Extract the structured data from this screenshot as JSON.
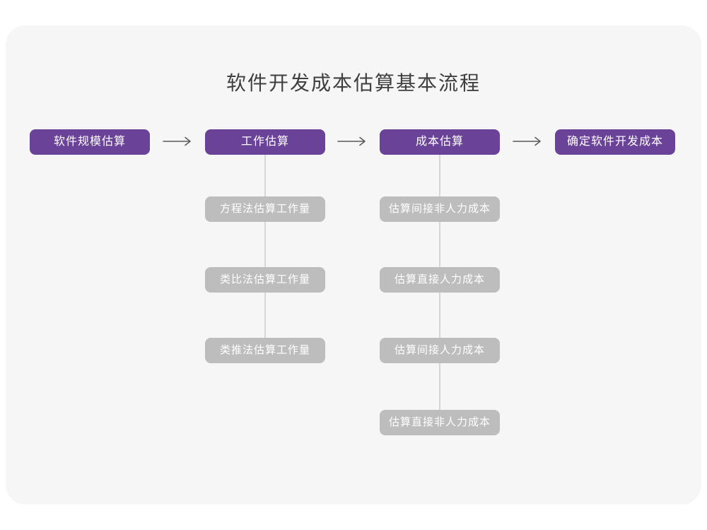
{
  "title": "软件开发成本估算基本流程",
  "colors": {
    "card_bg": "#f6f6f7",
    "primary_box": "#6a4298",
    "sub_box": "#bdbdbd",
    "box_text": "#ffffff",
    "arrow": "#58595b",
    "connector": "#d6d6d6",
    "title_text": "#3f3f3f"
  },
  "icons": {
    "flow_arrow": "right-arrow-icon"
  },
  "flow": {
    "main_steps": [
      {
        "label": "软件规模估算",
        "children": []
      },
      {
        "label": "工作估算",
        "children": [
          "方程法估算工作量",
          "类比法估算工作量",
          "类推法估算工作量"
        ]
      },
      {
        "label": "成本估算",
        "children": [
          "估算间接非人力成本",
          "估算直接人力成本",
          "估算间接人力成本",
          "估算直接非人力成本"
        ]
      },
      {
        "label": "确定软件开发成本",
        "children": []
      }
    ]
  }
}
